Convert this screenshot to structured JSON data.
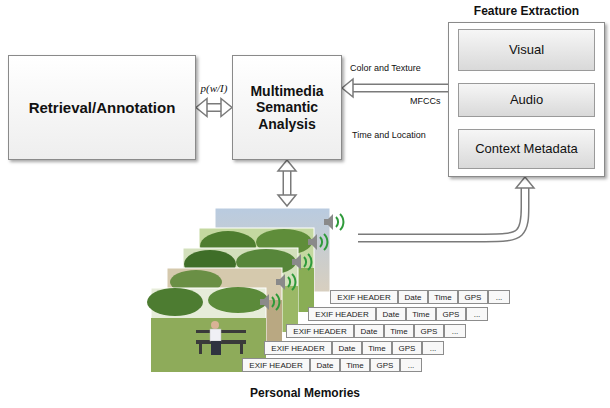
{
  "diagram": {
    "nodes": [
      {
        "text": [
          "Retrieval/Annotation"
        ]
      },
      {
        "text": [
          "Multimedia Semantic Analysis"
        ]
      },
      {
        "text": [
          "Feature Extraction"
        ]
      },
      {
        "text": [
          "Visual"
        ],
        "in": 2
      },
      {
        "text": [
          "Audio"
        ],
        "in": 2
      },
      {
        "text": [
          "Context Metadata"
        ],
        "in": 2
      },
      {
        "text": [
          "Personal Memories"
        ]
      }
    ],
    "edges": [
      {
        "from": 0,
        "to": 1,
        "arrow": "both",
        "label": "p(w/I)"
      },
      {
        "from": 2,
        "to": 1,
        "arrow": "to"
      },
      {
        "from": 1,
        "to": 6,
        "arrow": "both"
      },
      {
        "from": 6,
        "to": 2,
        "arrow": "to"
      }
    ],
    "labels": [
      "EXIF HEADER",
      "Date",
      "Time",
      "GPS",
      "...",
      "EXIF HEADER",
      "Date",
      "Time",
      "GPS",
      "...",
      "EXIF HEADER",
      "Date",
      "Time",
      "GPS",
      "...",
      "EXIF HEADER",
      "Date",
      "Time",
      "GPS",
      "...",
      "EXIF HEADER",
      "Date",
      "Time",
      "GPS",
      "...",
      "Color and Texture",
      "MFCCs",
      "Time and Location"
    ]
  }
}
